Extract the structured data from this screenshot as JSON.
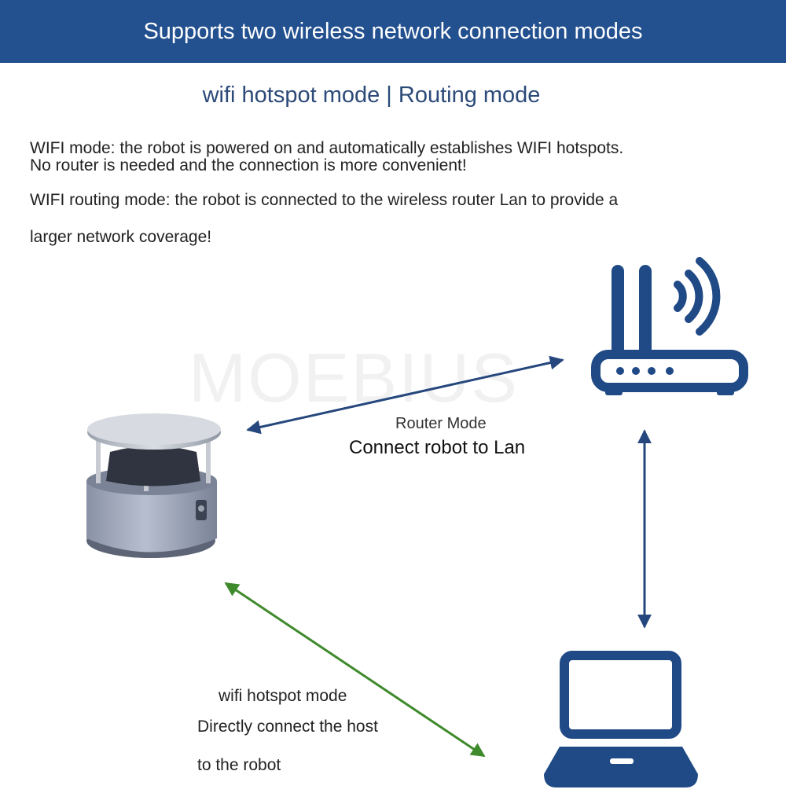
{
  "header": {
    "title": "Supports two wireless network connection modes"
  },
  "subtitle": "wifi hotspot mode | Routing mode",
  "description": {
    "line1": "WIFI mode: the robot is powered on and automatically establishes WIFI hotspots.",
    "line2": "No router is needed and the connection is more convenient!",
    "line3": "WIFI routing mode: the robot is connected to the wireless router Lan to provide a",
    "line4": "larger network coverage!"
  },
  "watermark": "MOEBIUS",
  "router_link": {
    "title": "Router Mode",
    "caption": "Connect robot to Lan"
  },
  "hotspot_link": {
    "title": "wifi hotspot mode",
    "caption_line1": "Directly connect the host",
    "caption_line2": "to the robot"
  },
  "colors": {
    "banner": "#23508f",
    "icon": "#1f4a86",
    "router_arrow": "#25477d",
    "hotspot_arrow": "#3f8a2c"
  },
  "icons": {
    "router": "router-icon",
    "laptop": "laptop-icon",
    "robot": "robot-image"
  }
}
